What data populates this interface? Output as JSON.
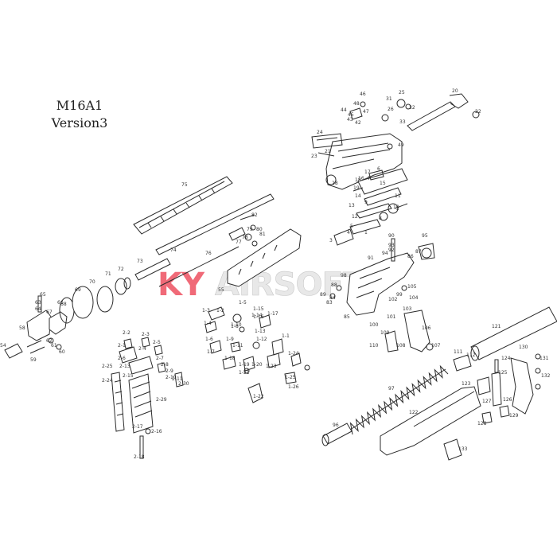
{
  "title": {
    "line1": "M16A1",
    "line2": "Version3"
  },
  "watermark": {
    "left": "KY",
    "right": "AIRSOFT",
    "left_color": "#f06a78",
    "right_color": "#e8e8e8"
  },
  "labels": [
    "20",
    "21",
    "22",
    "23",
    "24",
    "25",
    "26",
    "28",
    "31",
    "32",
    "33",
    "42",
    "43",
    "44",
    "45",
    "46",
    "47",
    "48",
    "49",
    "1",
    "2",
    "3",
    "4",
    "5",
    "6",
    "7",
    "8",
    "9",
    "10",
    "11",
    "12",
    "13",
    "14",
    "15",
    "16",
    "17",
    "18",
    "19",
    "75",
    "74",
    "73",
    "72",
    "71",
    "70",
    "69",
    "68",
    "67",
    "66",
    "65",
    "64",
    "63",
    "62",
    "61",
    "60",
    "59",
    "58",
    "54",
    "76",
    "77",
    "78",
    "79",
    "80",
    "81",
    "82",
    "55",
    "83",
    "84",
    "85",
    "86",
    "87",
    "88",
    "89",
    "90",
    "91",
    "92",
    "93",
    "94",
    "95",
    "96",
    "97",
    "98",
    "99",
    "100",
    "101",
    "102",
    "103",
    "104",
    "105",
    "106",
    "107",
    "108",
    "109",
    "110",
    "111",
    "112",
    "121",
    "122",
    "123",
    "124",
    "125",
    "126",
    "127",
    "128",
    "129",
    "130",
    "131",
    "132",
    "133",
    "1-1",
    "1-2",
    "1-3",
    "1-4",
    "1-5",
    "1-6",
    "1-7",
    "1-8",
    "1-9",
    "1-10",
    "1-11",
    "1-12",
    "1-13",
    "1-14",
    "1-15",
    "1-16",
    "1-17",
    "1-18",
    "1-19",
    "1-20",
    "1-21",
    "1-22",
    "1-23",
    "1-24",
    "1-25",
    "1-26",
    "2-1",
    "2-2",
    "2-3",
    "2-4",
    "2-5",
    "2-6",
    "2-7",
    "2-8",
    "2-9",
    "2-10",
    "2-11",
    "2-13",
    "2-15",
    "2-16",
    "2-17",
    "2-18",
    "2-24",
    "2-25",
    "2-29",
    "2-30"
  ]
}
